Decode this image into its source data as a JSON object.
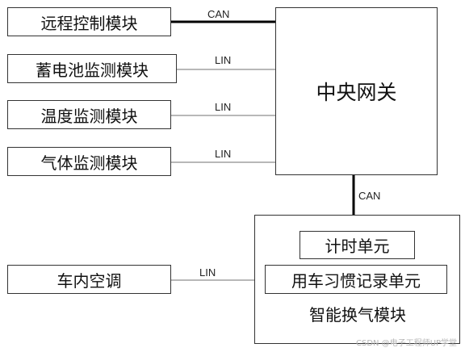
{
  "nodes": {
    "remote_control": "远程控制模块",
    "battery_monitor": "蓄电池监测模块",
    "temperature_monitor": "温度监测模块",
    "gas_monitor": "气体监测模块",
    "central_gateway": "中央网关",
    "cabin_ac": "车内空调",
    "timer_unit": "计时单元",
    "habit_recording_unit": "用车习惯记录单元",
    "smart_ventilation_module": "智能换气模块"
  },
  "links": {
    "remote_control": "CAN",
    "battery_monitor": "LIN",
    "temperature_monitor": "LIN",
    "gas_monitor": "LIN",
    "gateway_to_ventilation": "CAN",
    "cabin_ac": "LIN"
  },
  "watermark": "CSDN @电子工程师UP学堂",
  "colors": {
    "can_line": "#000000",
    "lin_line": "#a0a0a0",
    "box_border": "#333333"
  }
}
